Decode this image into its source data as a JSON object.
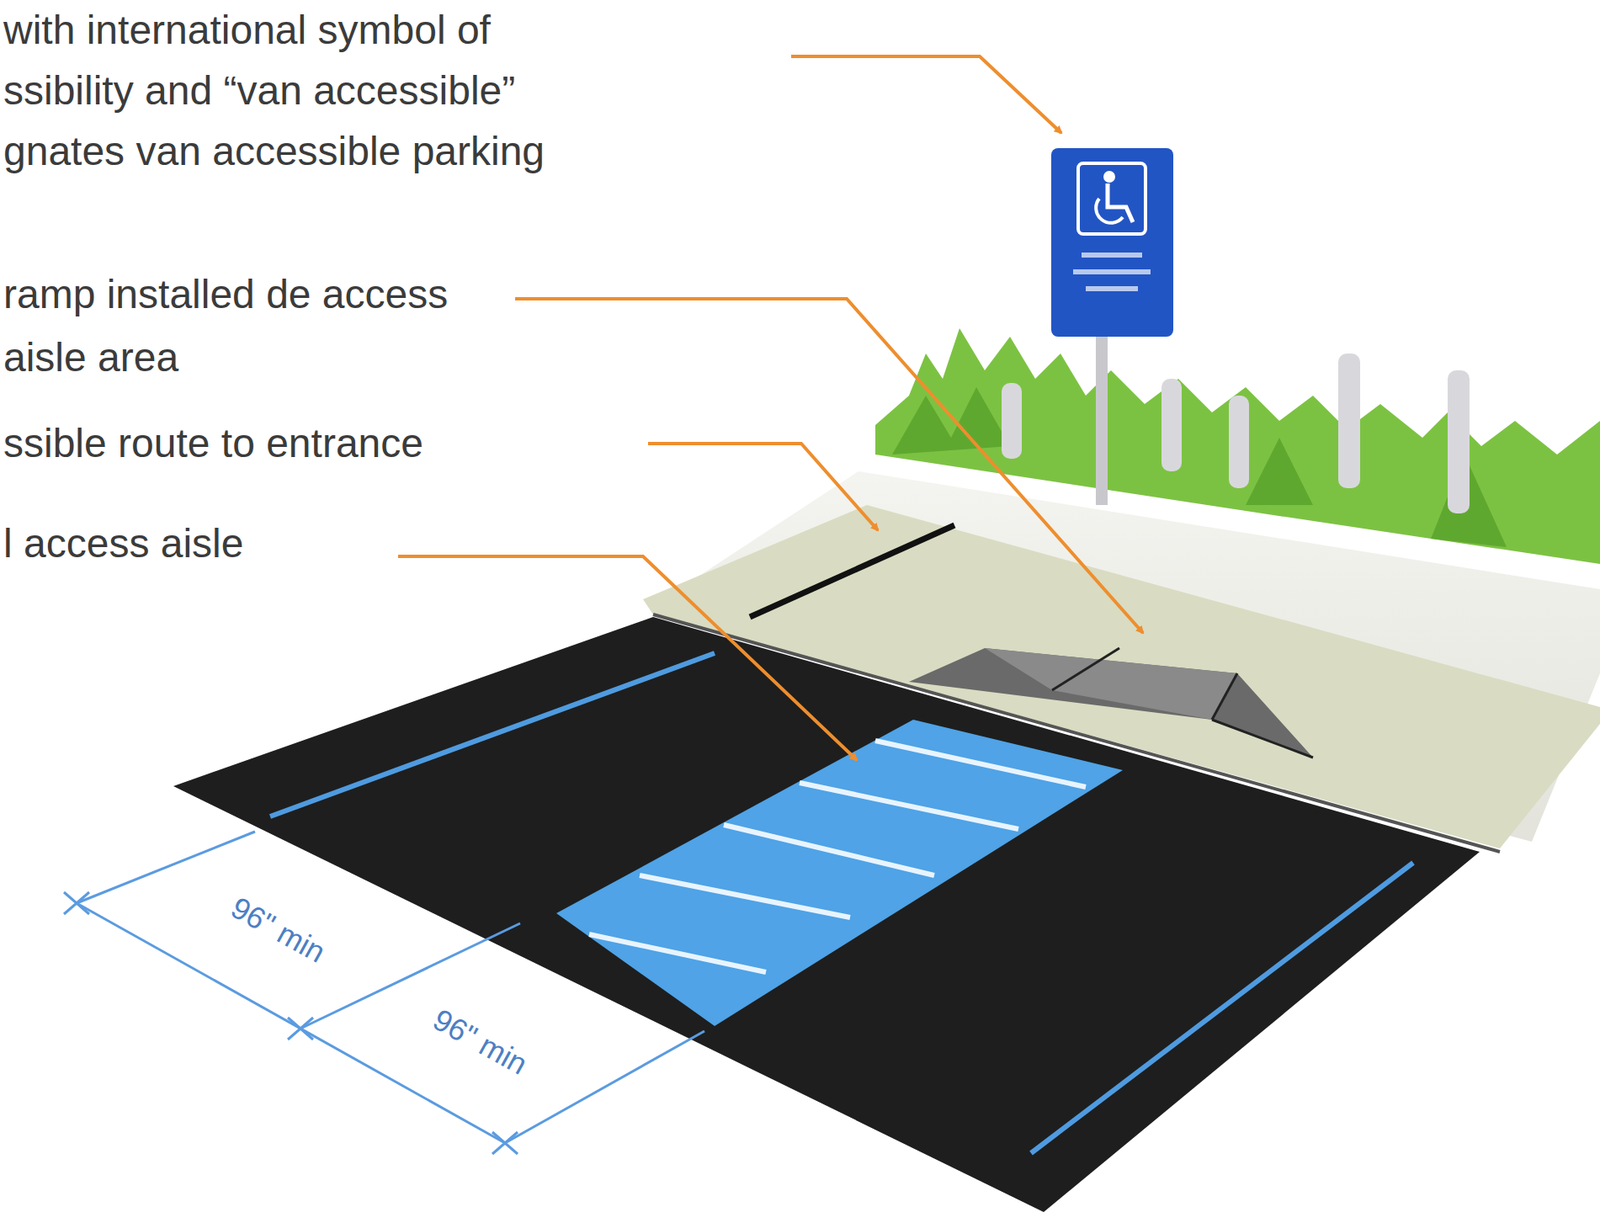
{
  "diagram": {
    "labels": [
      "with international symbol of ssibility and “van accessible” gnates van accessible parking",
      "ramp installed de access aisle area",
      "ssible route to entrance",
      "l access aisle",
      "96\" min",
      "96\" min"
    ]
  }
}
